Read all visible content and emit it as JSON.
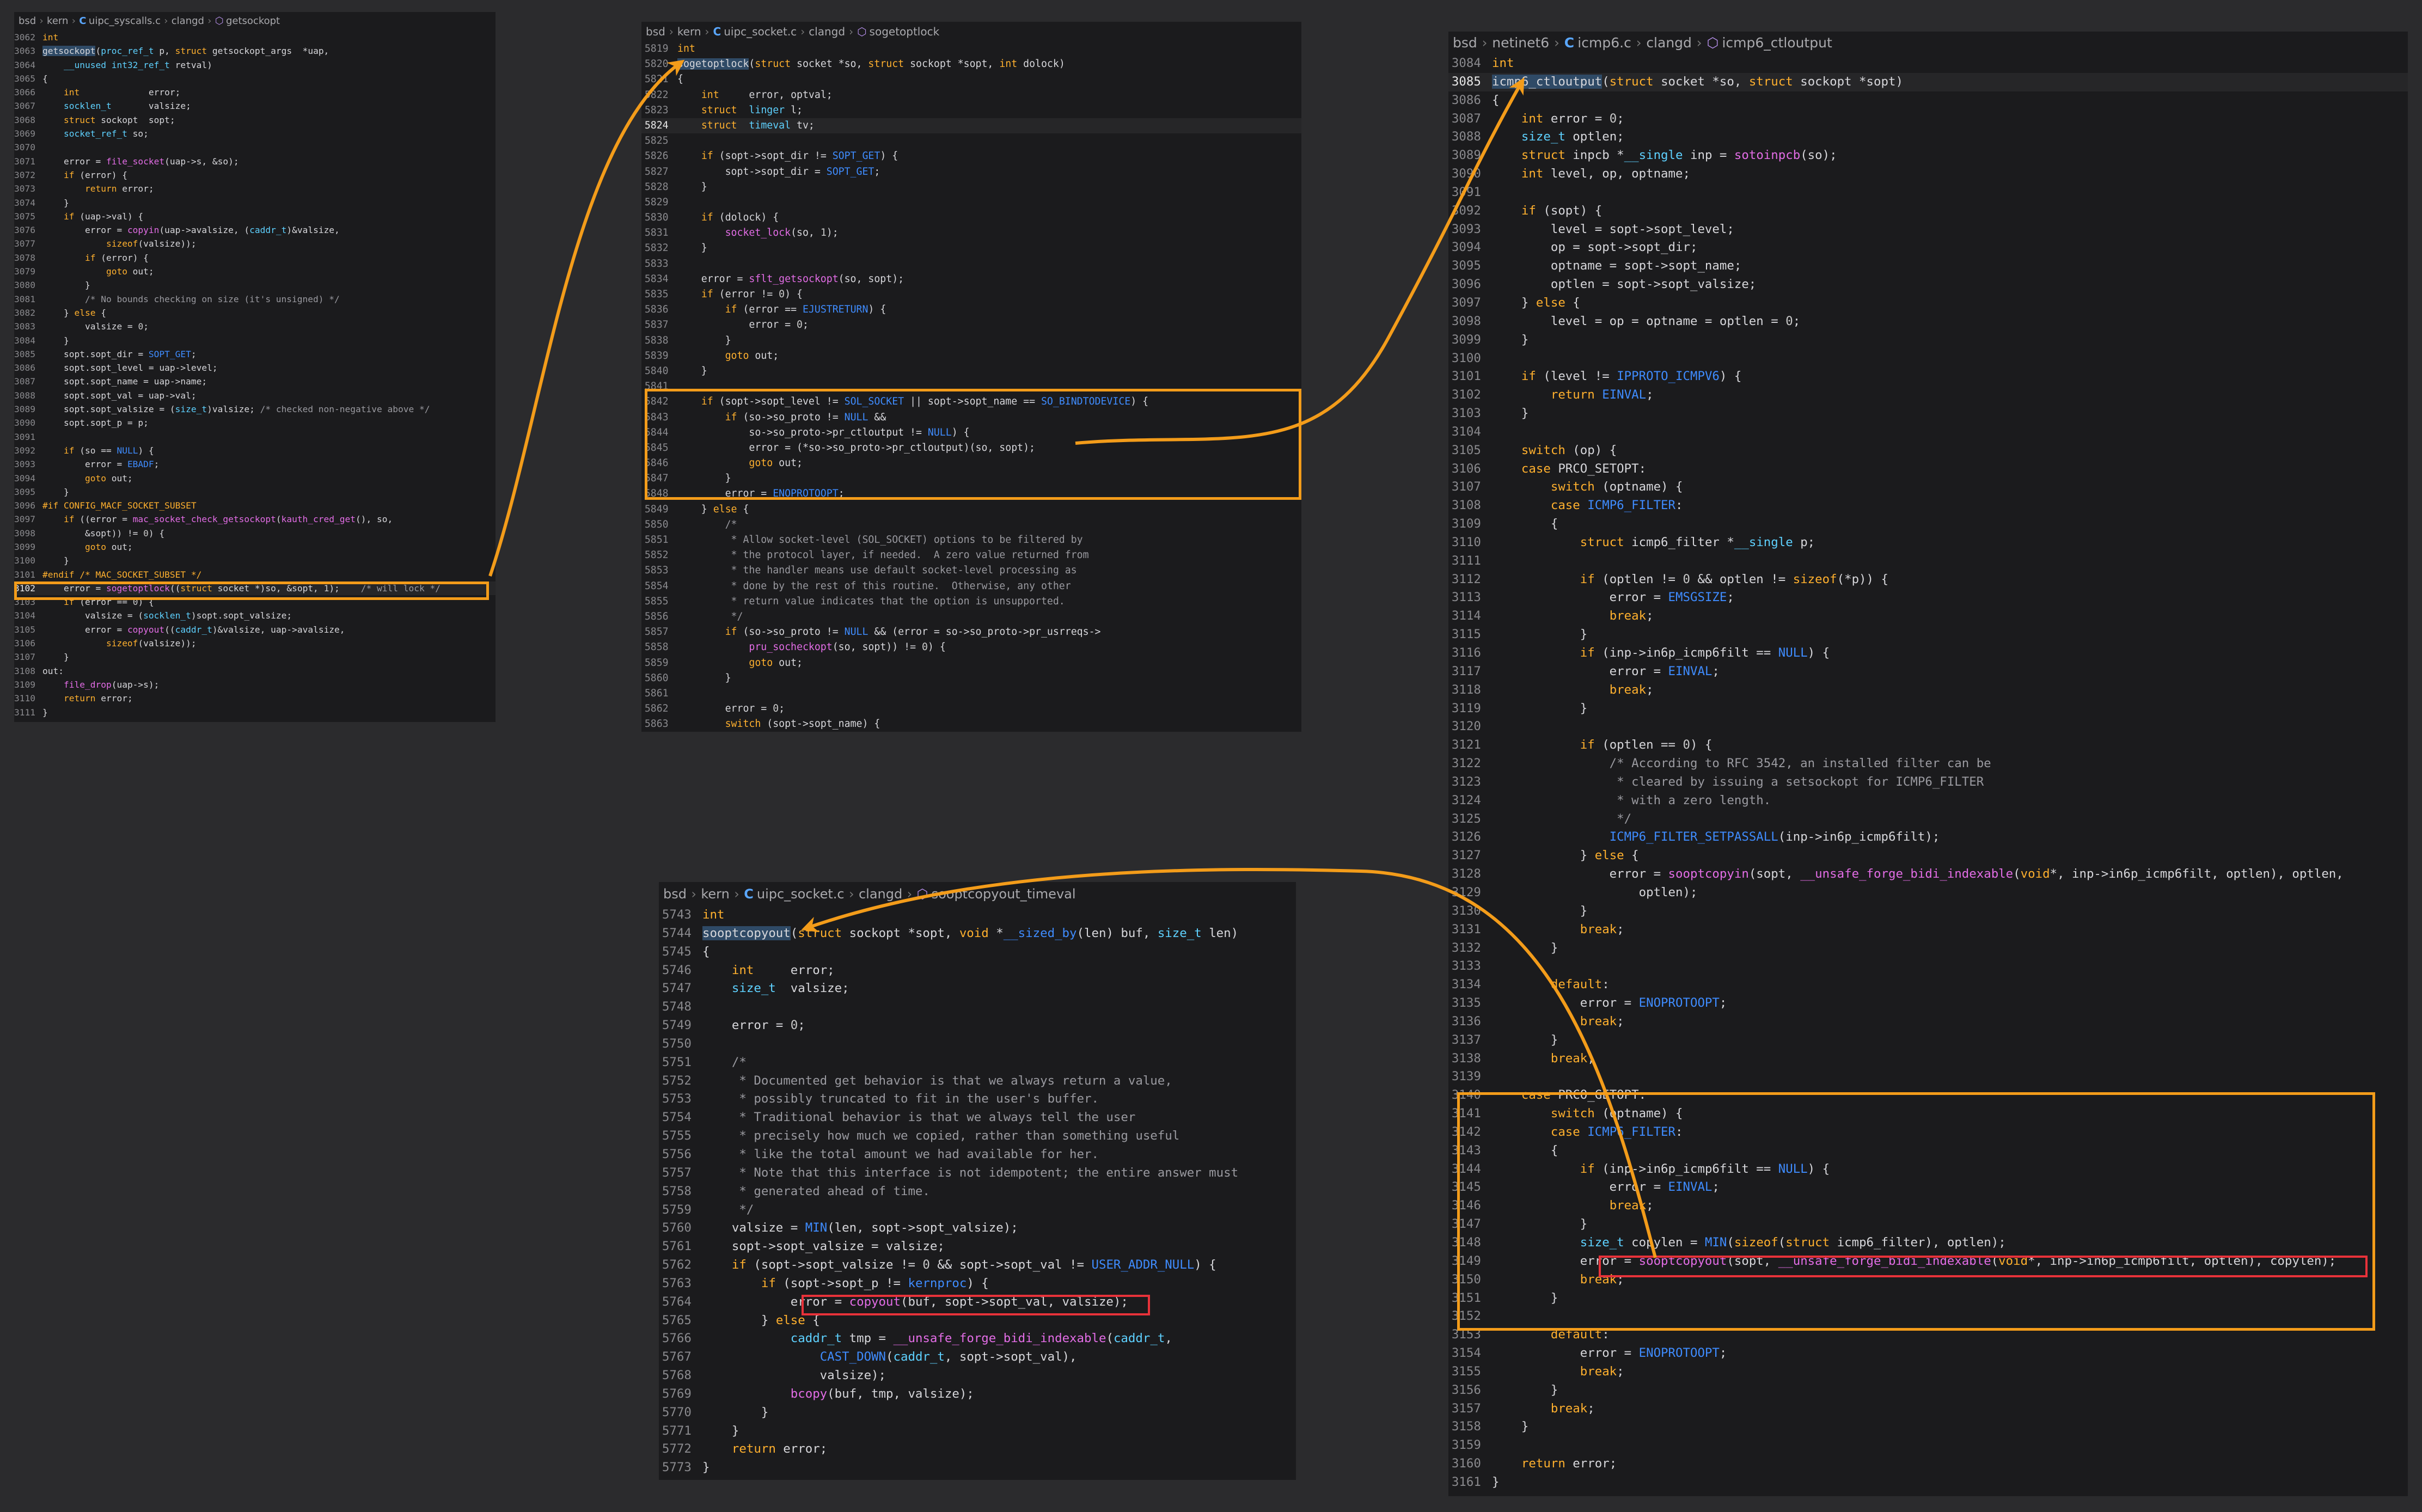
{
  "colors": {
    "background": "#2b2b2d",
    "panel": "#1b1b1d",
    "keyword": "#ffb02e",
    "type": "#5ed1ff",
    "function": "#e36de6",
    "macro": "#3f8cff",
    "comment": "#9a9aa0",
    "highlight_box": "#f39c1a",
    "call_box": "#e8323a"
  },
  "panels": [
    {
      "id": "p1",
      "breadcrumb": {
        "parts": [
          "bsd",
          "kern"
        ],
        "file": "uipc_syscalls.c",
        "lang": "clangd",
        "symbol": "getsockopt"
      },
      "lines": [
        [
          "3062",
          "int"
        ],
        [
          "3063",
          "getsockopt(proc_ref_t p, struct getsockopt_args  *uap,"
        ],
        [
          "3064",
          "    __unused int32_ref_t retval)"
        ],
        [
          "3065",
          "{"
        ],
        [
          "3066",
          "    int             error;"
        ],
        [
          "3067",
          "    socklen_t       valsize;"
        ],
        [
          "3068",
          "    struct sockopt  sopt;"
        ],
        [
          "3069",
          "    socket_ref_t so;"
        ],
        [
          "3070",
          ""
        ],
        [
          "3071",
          "    error = file_socket(uap->s, &so);"
        ],
        [
          "3072",
          "    if (error) {"
        ],
        [
          "3073",
          "        return error;"
        ],
        [
          "3074",
          "    }"
        ],
        [
          "3075",
          "    if (uap->val) {"
        ],
        [
          "3076",
          "        error = copyin(uap->avalsize, (caddr_t)&valsize,"
        ],
        [
          "3077",
          "            sizeof(valsize));"
        ],
        [
          "3078",
          "        if (error) {"
        ],
        [
          "3079",
          "            goto out;"
        ],
        [
          "3080",
          "        }"
        ],
        [
          "3081",
          "        /* No bounds checking on size (it's unsigned) */"
        ],
        [
          "3082",
          "    } else {"
        ],
        [
          "3083",
          "        valsize = 0;"
        ],
        [
          "3084",
          "    }"
        ],
        [
          "3085",
          "    sopt.sopt_dir = SOPT_GET;"
        ],
        [
          "3086",
          "    sopt.sopt_level = uap->level;"
        ],
        [
          "3087",
          "    sopt.sopt_name = uap->name;"
        ],
        [
          "3088",
          "    sopt.sopt_val = uap->val;"
        ],
        [
          "3089",
          "    sopt.sopt_valsize = (size_t)valsize; /* checked non-negative above */"
        ],
        [
          "3090",
          "    sopt.sopt_p = p;"
        ],
        [
          "3091",
          ""
        ],
        [
          "3092",
          "    if (so == NULL) {"
        ],
        [
          "3093",
          "        error = EBADF;"
        ],
        [
          "3094",
          "        goto out;"
        ],
        [
          "3095",
          "    }"
        ],
        [
          "3096",
          "#if CONFIG_MACF_SOCKET_SUBSET"
        ],
        [
          "3097",
          "    if ((error = mac_socket_check_getsockopt(kauth_cred_get(), so,"
        ],
        [
          "3098",
          "        &sopt)) != 0) {"
        ],
        [
          "3099",
          "        goto out;"
        ],
        [
          "3100",
          "    }"
        ],
        [
          "3101",
          "#endif /* MAC_SOCKET_SUBSET */"
        ],
        [
          "3102",
          "    error = sogetoptlock((struct socket *)so, &sopt, 1);    /* will lock */"
        ],
        [
          "3103",
          "    if (error == 0) {"
        ],
        [
          "3104",
          "        valsize = (socklen_t)sopt.sopt_valsize;"
        ],
        [
          "3105",
          "        error = copyout((caddr_t)&valsize, uap->avalsize,"
        ],
        [
          "3106",
          "            sizeof(valsize));"
        ],
        [
          "3107",
          "    }"
        ],
        [
          "3108",
          "out:"
        ],
        [
          "3109",
          "    file_drop(uap->s);"
        ],
        [
          "3110",
          "    return error;"
        ],
        [
          "3111",
          "}"
        ]
      ]
    },
    {
      "id": "p2",
      "breadcrumb": {
        "parts": [
          "bsd",
          "kern"
        ],
        "file": "uipc_socket.c",
        "lang": "clangd",
        "symbol": "sogetoptlock"
      },
      "lines": [
        [
          "5819",
          "int"
        ],
        [
          "5820",
          "sogetoptlock(struct socket *so, struct sockopt *sopt, int dolock)"
        ],
        [
          "5821",
          "{"
        ],
        [
          "5822",
          "    int     error, optval;"
        ],
        [
          "5823",
          "    struct  linger l;"
        ],
        [
          "5824",
          "    struct  timeval tv;"
        ],
        [
          "5825",
          ""
        ],
        [
          "5826",
          "    if (sopt->sopt_dir != SOPT_GET) {"
        ],
        [
          "5827",
          "        sopt->sopt_dir = SOPT_GET;"
        ],
        [
          "5828",
          "    }"
        ],
        [
          "5829",
          ""
        ],
        [
          "5830",
          "    if (dolock) {"
        ],
        [
          "5831",
          "        socket_lock(so, 1);"
        ],
        [
          "5832",
          "    }"
        ],
        [
          "5833",
          ""
        ],
        [
          "5834",
          "    error = sflt_getsockopt(so, sopt);"
        ],
        [
          "5835",
          "    if (error != 0) {"
        ],
        [
          "5836",
          "        if (error == EJUSTRETURN) {"
        ],
        [
          "5837",
          "            error = 0;"
        ],
        [
          "5838",
          "        }"
        ],
        [
          "5839",
          "        goto out;"
        ],
        [
          "5840",
          "    }"
        ],
        [
          "5841",
          ""
        ],
        [
          "5842",
          "    if (sopt->sopt_level != SOL_SOCKET || sopt->sopt_name == SO_BINDTODEVICE) {"
        ],
        [
          "5843",
          "        if (so->so_proto != NULL &&"
        ],
        [
          "5844",
          "            so->so_proto->pr_ctloutput != NULL) {"
        ],
        [
          "5845",
          "            error = (*so->so_proto->pr_ctloutput)(so, sopt);"
        ],
        [
          "5846",
          "            goto out;"
        ],
        [
          "5847",
          "        }"
        ],
        [
          "5848",
          "        error = ENOPROTOOPT;"
        ],
        [
          "5849",
          "    } else {"
        ],
        [
          "5850",
          "        /*"
        ],
        [
          "5851",
          "         * Allow socket-level (SOL_SOCKET) options to be filtered by"
        ],
        [
          "5852",
          "         * the protocol layer, if needed.  A zero value returned from"
        ],
        [
          "5853",
          "         * the handler means use default socket-level processing as"
        ],
        [
          "5854",
          "         * done by the rest of this routine.  Otherwise, any other"
        ],
        [
          "5855",
          "         * return value indicates that the option is unsupported."
        ],
        [
          "5856",
          "         */"
        ],
        [
          "5857",
          "        if (so->so_proto != NULL && (error = so->so_proto->pr_usrreqs->"
        ],
        [
          "5858",
          "            pru_socheckopt(so, sopt)) != 0) {"
        ],
        [
          "5859",
          "            goto out;"
        ],
        [
          "5860",
          "        }"
        ],
        [
          "5861",
          ""
        ],
        [
          "5862",
          "        error = 0;"
        ],
        [
          "5863",
          "        switch (sopt->sopt_name) {"
        ]
      ]
    },
    {
      "id": "p3",
      "breadcrumb": {
        "parts": [
          "bsd",
          "netinet6"
        ],
        "file": "icmp6.c",
        "lang": "clangd",
        "symbol": "icmp6_ctloutput"
      },
      "lines": [
        [
          "3084",
          "int"
        ],
        [
          "3085",
          "icmp6_ctloutput(struct socket *so, struct sockopt *sopt)"
        ],
        [
          "3086",
          "{"
        ],
        [
          "3087",
          "    int error = 0;"
        ],
        [
          "3088",
          "    size_t optlen;"
        ],
        [
          "3089",
          "    struct inpcb *__single inp = sotoinpcb(so);"
        ],
        [
          "3090",
          "    int level, op, optname;"
        ],
        [
          "3091",
          ""
        ],
        [
          "3092",
          "    if (sopt) {"
        ],
        [
          "3093",
          "        level = sopt->sopt_level;"
        ],
        [
          "3094",
          "        op = sopt->sopt_dir;"
        ],
        [
          "3095",
          "        optname = sopt->sopt_name;"
        ],
        [
          "3096",
          "        optlen = sopt->sopt_valsize;"
        ],
        [
          "3097",
          "    } else {"
        ],
        [
          "3098",
          "        level = op = optname = optlen = 0;"
        ],
        [
          "3099",
          "    }"
        ],
        [
          "3100",
          ""
        ],
        [
          "3101",
          "    if (level != IPPROTO_ICMPV6) {"
        ],
        [
          "3102",
          "        return EINVAL;"
        ],
        [
          "3103",
          "    }"
        ],
        [
          "3104",
          ""
        ],
        [
          "3105",
          "    switch (op) {"
        ],
        [
          "3106",
          "    case PRCO_SETOPT:"
        ],
        [
          "3107",
          "        switch (optname) {"
        ],
        [
          "3108",
          "        case ICMP6_FILTER:"
        ],
        [
          "3109",
          "        {"
        ],
        [
          "3110",
          "            struct icmp6_filter *__single p;"
        ],
        [
          "3111",
          ""
        ],
        [
          "3112",
          "            if (optlen != 0 && optlen != sizeof(*p)) {"
        ],
        [
          "3113",
          "                error = EMSGSIZE;"
        ],
        [
          "3114",
          "                break;"
        ],
        [
          "3115",
          "            }"
        ],
        [
          "3116",
          "            if (inp->in6p_icmp6filt == NULL) {"
        ],
        [
          "3117",
          "                error = EINVAL;"
        ],
        [
          "3118",
          "                break;"
        ],
        [
          "3119",
          "            }"
        ],
        [
          "3120",
          ""
        ],
        [
          "3121",
          "            if (optlen == 0) {"
        ],
        [
          "3122",
          "                /* According to RFC 3542, an installed filter can be"
        ],
        [
          "3123",
          "                 * cleared by issuing a setsockopt for ICMP6_FILTER"
        ],
        [
          "3124",
          "                 * with a zero length."
        ],
        [
          "3125",
          "                 */"
        ],
        [
          "3126",
          "                ICMP6_FILTER_SETPASSALL(inp->in6p_icmp6filt);"
        ],
        [
          "3127",
          "            } else {"
        ],
        [
          "3128",
          "                error = sooptcopyin(sopt, __unsafe_forge_bidi_indexable(void*, inp->in6p_icmp6filt, optlen), optlen,"
        ],
        [
          "3129",
          "                    optlen);"
        ],
        [
          "3130",
          "            }"
        ],
        [
          "3131",
          "            break;"
        ],
        [
          "3132",
          "        }"
        ],
        [
          "3133",
          ""
        ],
        [
          "3134",
          "        default:"
        ],
        [
          "3135",
          "            error = ENOPROTOOPT;"
        ],
        [
          "3136",
          "            break;"
        ],
        [
          "3137",
          "        }"
        ],
        [
          "3138",
          "        break;"
        ],
        [
          "3139",
          ""
        ],
        [
          "3140",
          "    case PRCO_GETOPT:"
        ],
        [
          "3141",
          "        switch (optname) {"
        ],
        [
          "3142",
          "        case ICMP6_FILTER:"
        ],
        [
          "3143",
          "        {"
        ],
        [
          "3144",
          "            if (inp->in6p_icmp6filt == NULL) {"
        ],
        [
          "3145",
          "                error = EINVAL;"
        ],
        [
          "3146",
          "                break;"
        ],
        [
          "3147",
          "            }"
        ],
        [
          "3148",
          "            size_t copylen = MIN(sizeof(struct icmp6_filter), optlen);"
        ],
        [
          "3149",
          "            error = sooptcopyout(sopt, __unsafe_forge_bidi_indexable(void*, inp->in6p_icmp6filt, optlen), copylen);"
        ],
        [
          "3150",
          "            break;"
        ],
        [
          "3151",
          "        }"
        ],
        [
          "3152",
          ""
        ],
        [
          "3153",
          "        default:"
        ],
        [
          "3154",
          "            error = ENOPROTOOPT;"
        ],
        [
          "3155",
          "            break;"
        ],
        [
          "3156",
          "        }"
        ],
        [
          "3157",
          "        break;"
        ],
        [
          "3158",
          "    }"
        ],
        [
          "3159",
          ""
        ],
        [
          "3160",
          "    return error;"
        ],
        [
          "3161",
          "}"
        ]
      ]
    },
    {
      "id": "p4",
      "breadcrumb": {
        "parts": [
          "bsd",
          "kern"
        ],
        "file": "uipc_socket.c",
        "lang": "clangd",
        "symbol": "sooptcopyout_timeval"
      },
      "lines": [
        [
          "5743",
          "int"
        ],
        [
          "5744",
          "sooptcopyout(struct sockopt *sopt, void *__sized_by(len) buf, size_t len)"
        ],
        [
          "5745",
          "{"
        ],
        [
          "5746",
          "    int     error;"
        ],
        [
          "5747",
          "    size_t  valsize;"
        ],
        [
          "5748",
          ""
        ],
        [
          "5749",
          "    error = 0;"
        ],
        [
          "5750",
          ""
        ],
        [
          "5751",
          "    /*"
        ],
        [
          "5752",
          "     * Documented get behavior is that we always return a value,"
        ],
        [
          "5753",
          "     * possibly truncated to fit in the user's buffer."
        ],
        [
          "5754",
          "     * Traditional behavior is that we always tell the user"
        ],
        [
          "5755",
          "     * precisely how much we copied, rather than something useful"
        ],
        [
          "5756",
          "     * like the total amount we had available for her."
        ],
        [
          "5757",
          "     * Note that this interface is not idempotent; the entire answer must"
        ],
        [
          "5758",
          "     * generated ahead of time."
        ],
        [
          "5759",
          "     */"
        ],
        [
          "5760",
          "    valsize = MIN(len, sopt->sopt_valsize);"
        ],
        [
          "5761",
          "    sopt->sopt_valsize = valsize;"
        ],
        [
          "5762",
          "    if (sopt->sopt_valsize != 0 && sopt->sopt_val != USER_ADDR_NULL) {"
        ],
        [
          "5763",
          "        if (sopt->sopt_p != kernproc) {"
        ],
        [
          "5764",
          "            error = copyout(buf, sopt->sopt_val, valsize);"
        ],
        [
          "5765",
          "        } else {"
        ],
        [
          "5766",
          "            caddr_t tmp = __unsafe_forge_bidi_indexable(caddr_t,"
        ],
        [
          "5767",
          "                CAST_DOWN(caddr_t, sopt->sopt_val),"
        ],
        [
          "5768",
          "                valsize);"
        ],
        [
          "5769",
          "            bcopy(buf, tmp, valsize);"
        ],
        [
          "5770",
          "        }"
        ],
        [
          "5771",
          "    }"
        ],
        [
          "5772",
          "    return error;"
        ],
        [
          "5773",
          "}"
        ]
      ]
    }
  ]
}
